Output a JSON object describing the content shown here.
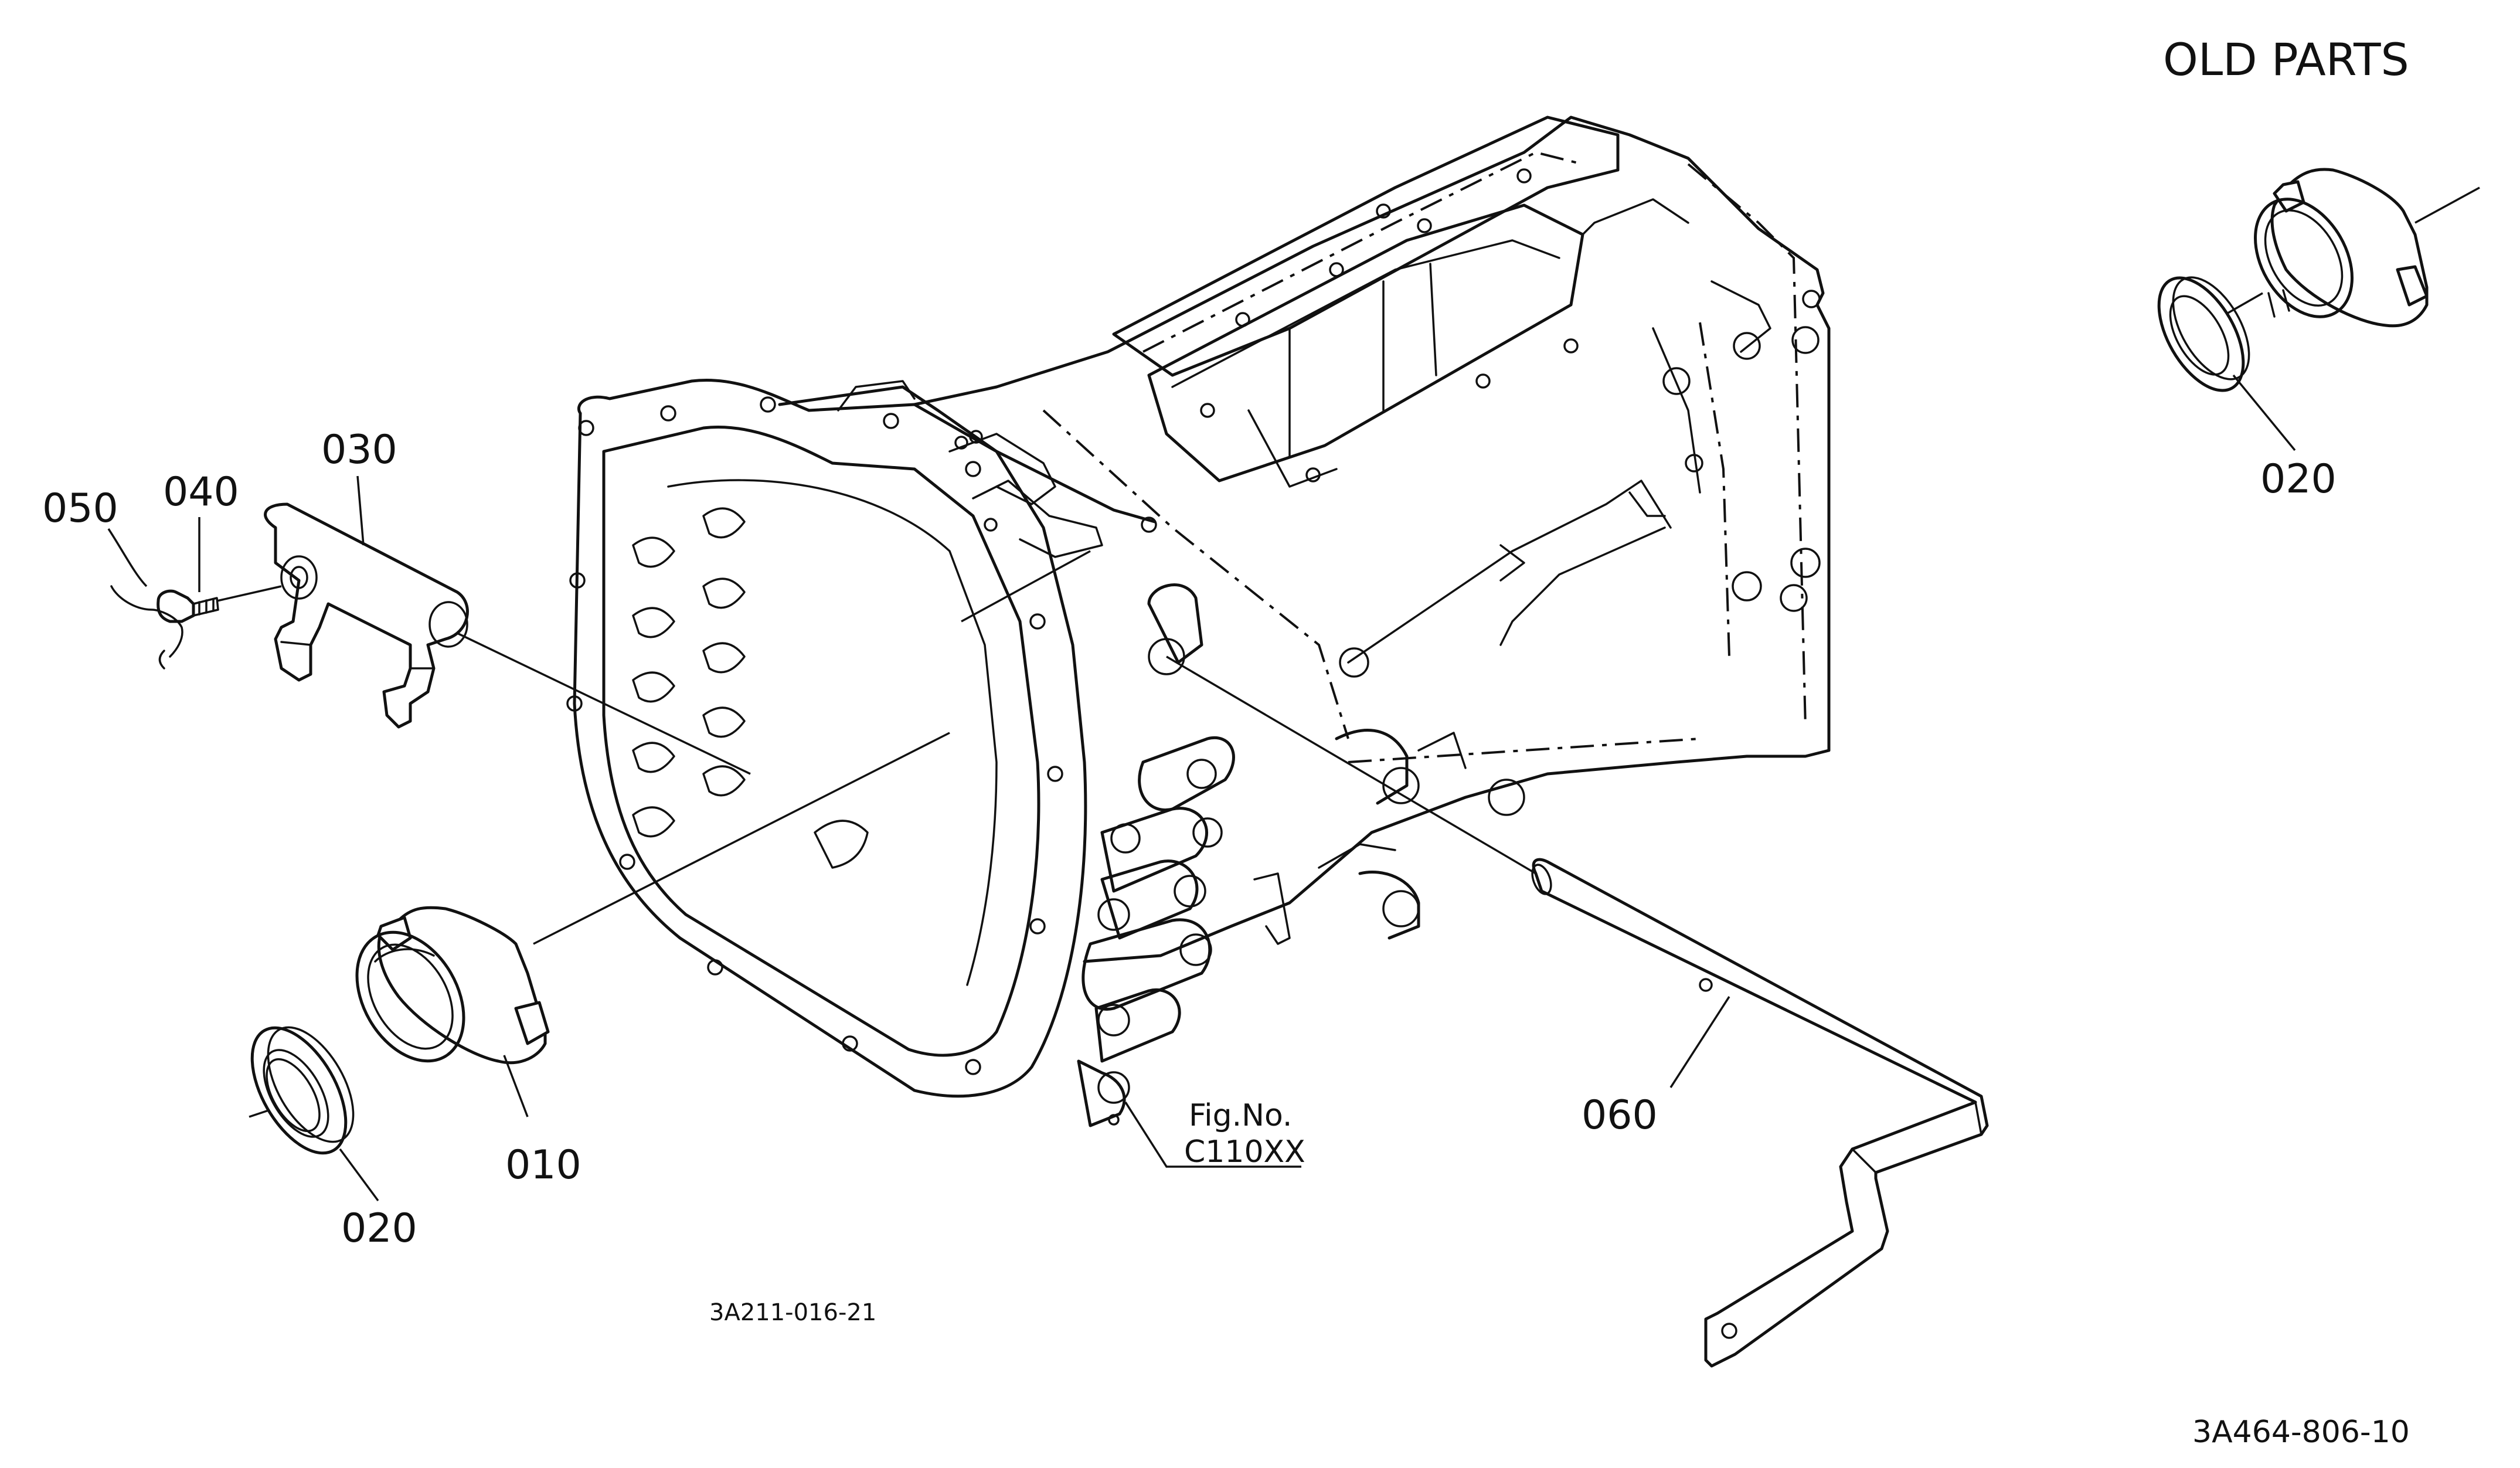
{
  "header": {
    "title": "OLD PARTS"
  },
  "callouts": {
    "p010": "010",
    "p020": "020",
    "p020_old": "020",
    "p030": "030",
    "p040": "040",
    "p050": "050",
    "p060": "060"
  },
  "figure_ref": {
    "label": "Fig.No.",
    "code": "C110XX"
  },
  "drawing_number": "3A211-016-21",
  "sheet_number": "3A464-806-10"
}
